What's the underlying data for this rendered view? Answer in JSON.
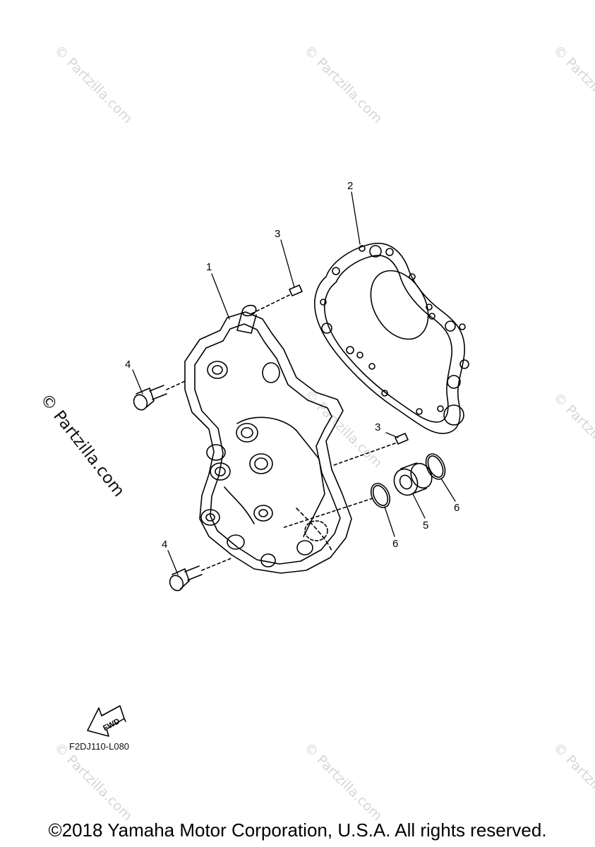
{
  "watermark": {
    "text": "© Partzilla.com",
    "faint_color": "#d6d6d6"
  },
  "callouts": [
    {
      "id": "1",
      "label": "1"
    },
    {
      "id": "2",
      "label": "2"
    },
    {
      "id": "3a",
      "label": "3"
    },
    {
      "id": "3b",
      "label": "3"
    },
    {
      "id": "4a",
      "label": "4"
    },
    {
      "id": "4b",
      "label": "4"
    },
    {
      "id": "5",
      "label": "5"
    },
    {
      "id": "6a",
      "label": "6"
    },
    {
      "id": "6b",
      "label": "6"
    }
  ],
  "fwd_arrow": {
    "label": "FWD"
  },
  "diagram_code": "F2DJ110-L080",
  "copyright": "©2018 Yamaha Motor Corporation, U.S.A. All rights reserved."
}
